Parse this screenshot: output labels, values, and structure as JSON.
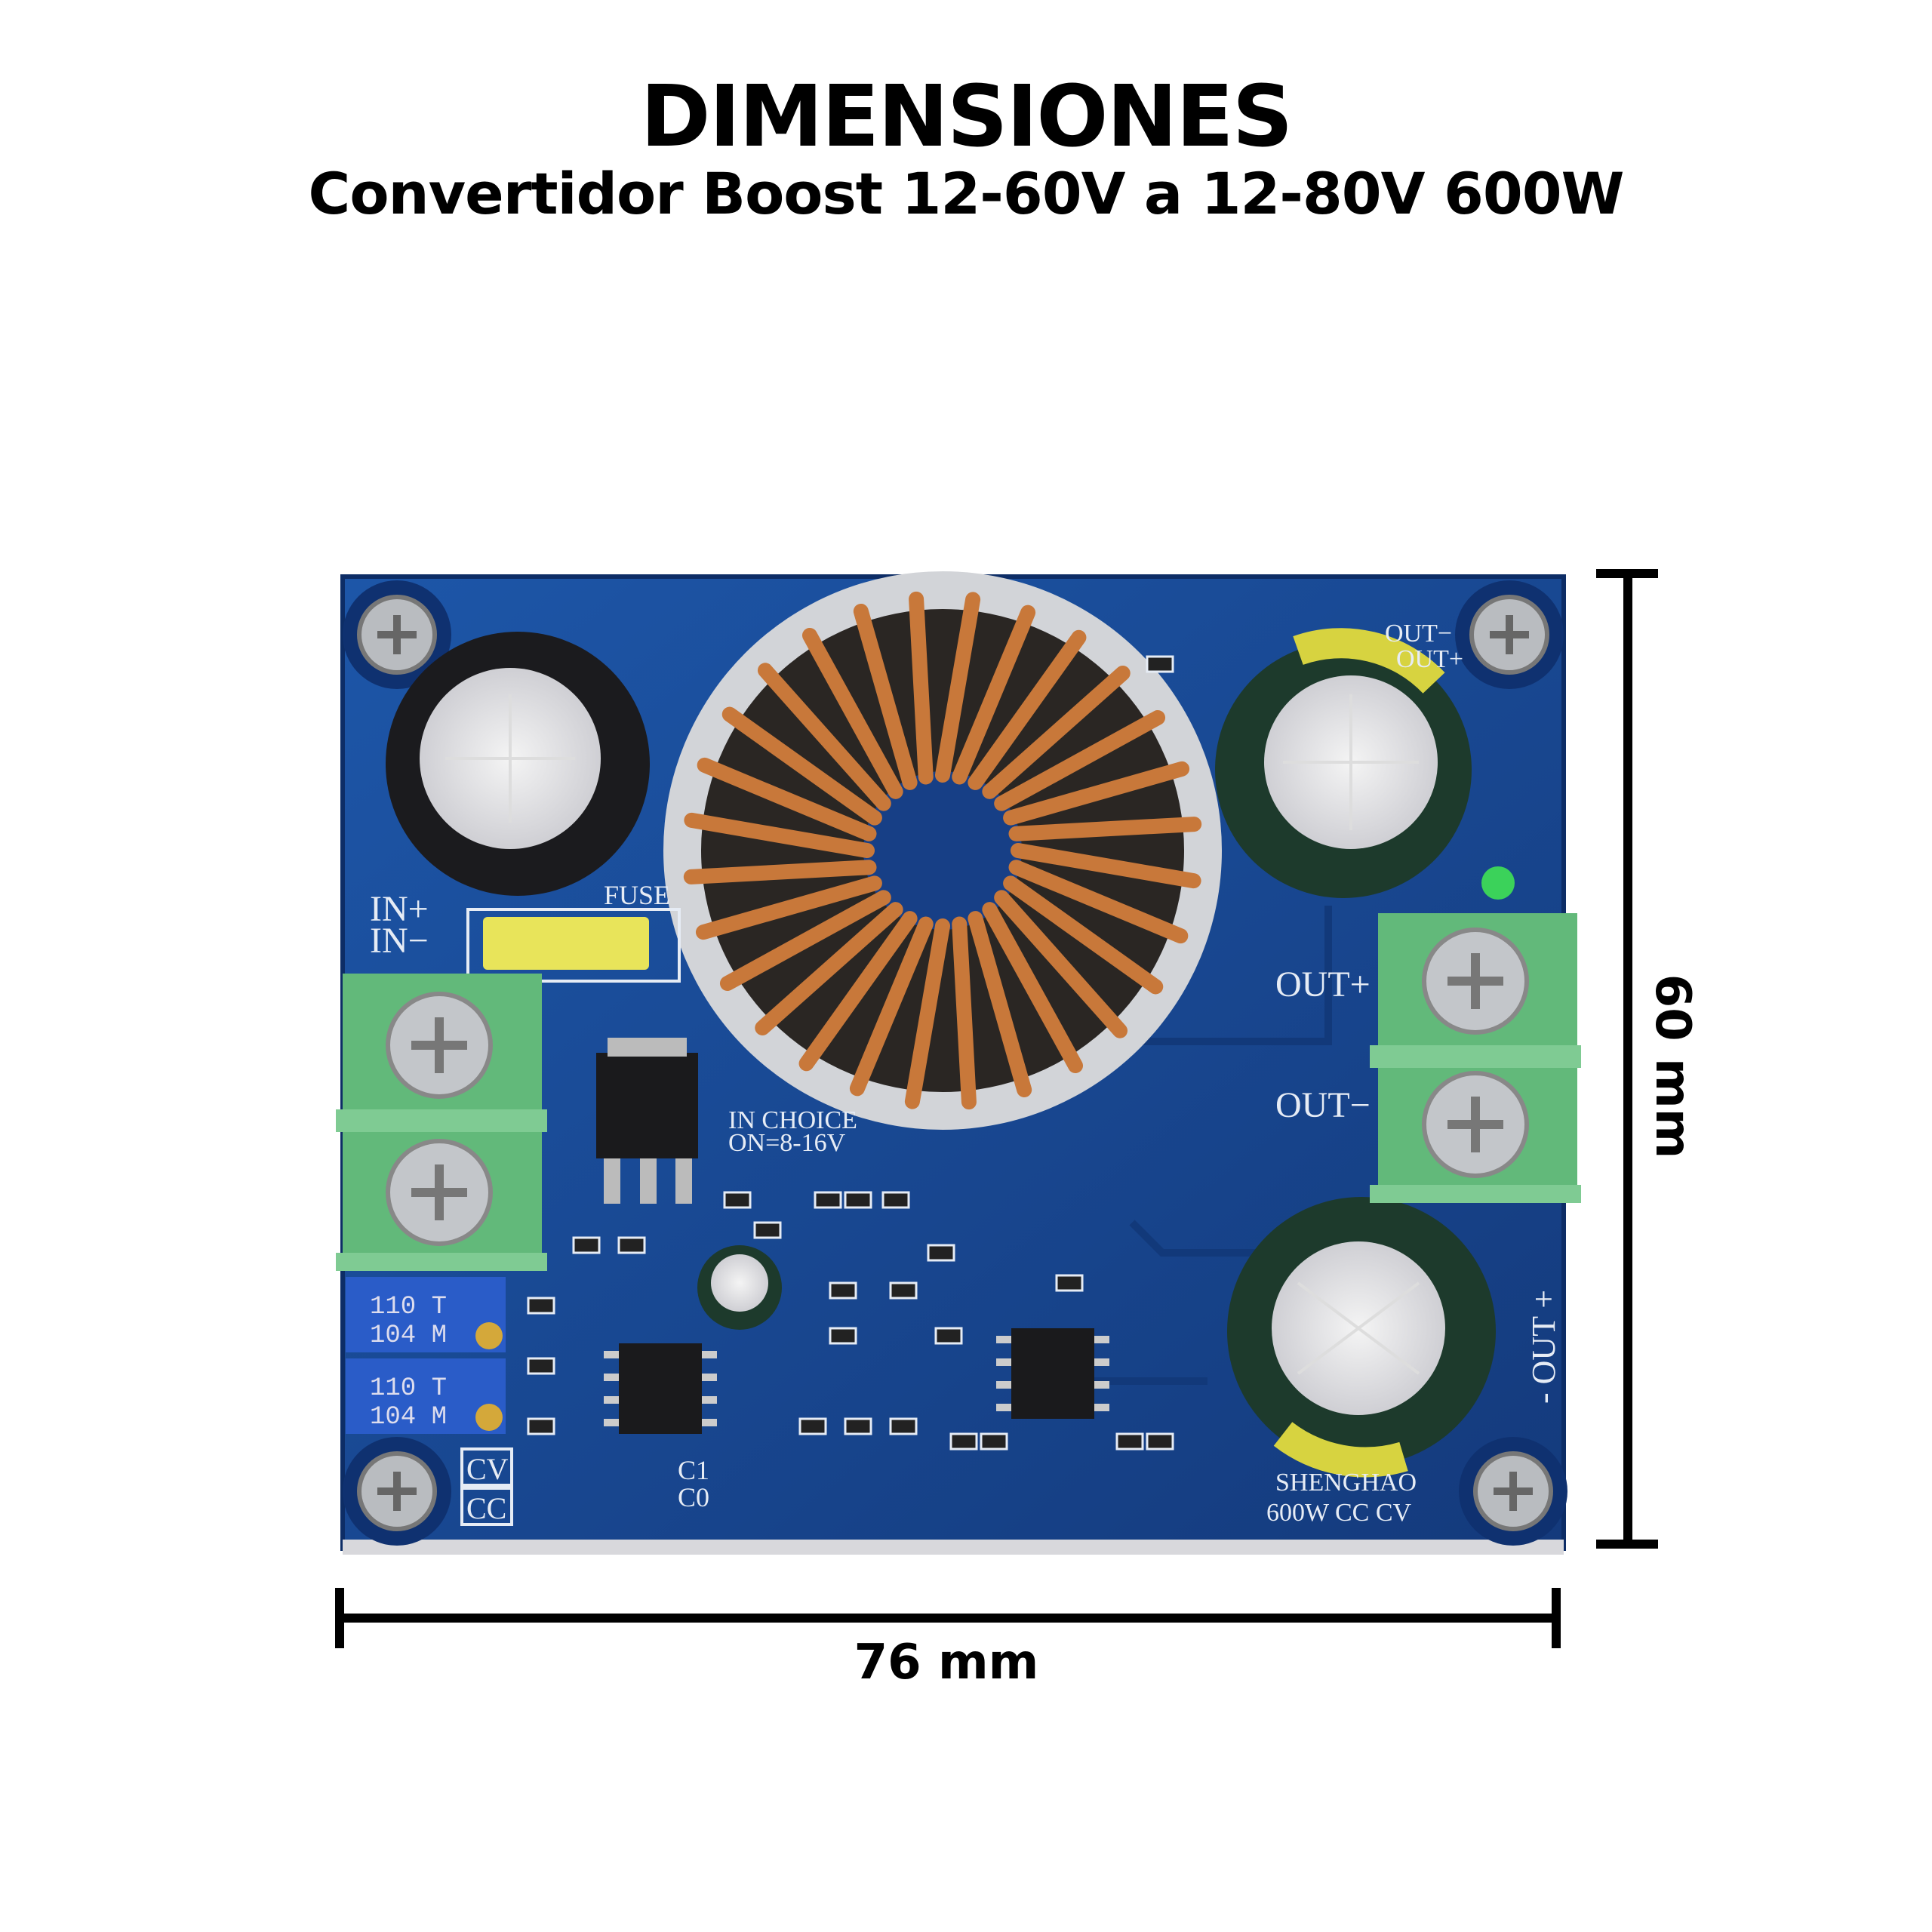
{
  "header": {
    "title": "DIMENSIONES",
    "subtitle": "Convertidor Boost 12-60V a 12-80V 600W"
  },
  "dimensions": {
    "width_label": "76 mm",
    "height_label": "60 mm",
    "width_mm": 76,
    "height_mm": 60
  },
  "board": {
    "silkscreen": {
      "fuse": "FUSE",
      "in_plus": "IN+",
      "in_minus": "IN−",
      "out_plus": "OUT+",
      "out_minus": "OUT−",
      "out_top": "OUT−",
      "out_top2": "OUT+",
      "in_choice": "IN CHOICE",
      "on_range": "ON=8-16V",
      "cv": "CV",
      "cc": "CC",
      "brand": "SHENGHAO",
      "model": "600W CC CV",
      "out_vertical": "- OUT +",
      "pot1": "110 T",
      "pot1b": "104 M",
      "pot2": "110 T",
      "pot2b": "104 M",
      "c1": "C1",
      "c0": "C0"
    },
    "colors": {
      "pcb": "#1a4a94",
      "copper": "#c8783a",
      "terminal": "#5fb878",
      "pot": "#2a5cc8"
    }
  }
}
